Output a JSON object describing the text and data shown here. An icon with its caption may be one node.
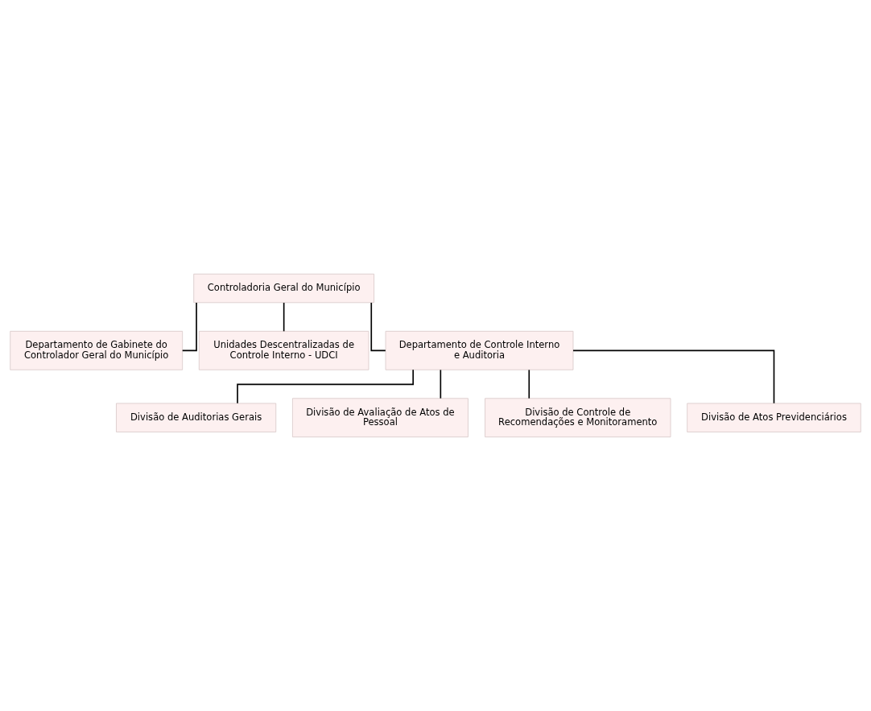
{
  "diagram": {
    "nodes": [
      {
        "text": [
          "Controladoria Geral do Município"
        ]
      },
      {
        "text": [
          "Departamento de Gabinete do Controlador Geral do Município"
        ]
      },
      {
        "text": [
          "Unidades Descentralizadas de Controle Interno - UDCI"
        ]
      },
      {
        "text": [
          "Departamento de Controle Interno e Auditoria"
        ]
      },
      {
        "text": [
          "Divisão de Auditorias Gerais"
        ]
      },
      {
        "text": [
          "Divisão de Avaliação de Atos de Pessoal"
        ]
      },
      {
        "text": [
          "Divisão de Controle de Recomendações e Monitoramento"
        ]
      },
      {
        "text": [
          "Divisão de Atos Previdenciários"
        ]
      }
    ],
    "edges": [
      {
        "from": 0,
        "to": 1,
        "arrow": "none"
      },
      {
        "from": 0,
        "to": 2,
        "arrow": "none"
      },
      {
        "from": 0,
        "to": 3,
        "arrow": "none"
      },
      {
        "from": 3,
        "to": 4,
        "arrow": "none"
      },
      {
        "from": 3,
        "to": 5,
        "arrow": "none"
      },
      {
        "from": 3,
        "to": 6,
        "arrow": "none"
      },
      {
        "from": 3,
        "to": 7,
        "arrow": "none"
      }
    ]
  }
}
